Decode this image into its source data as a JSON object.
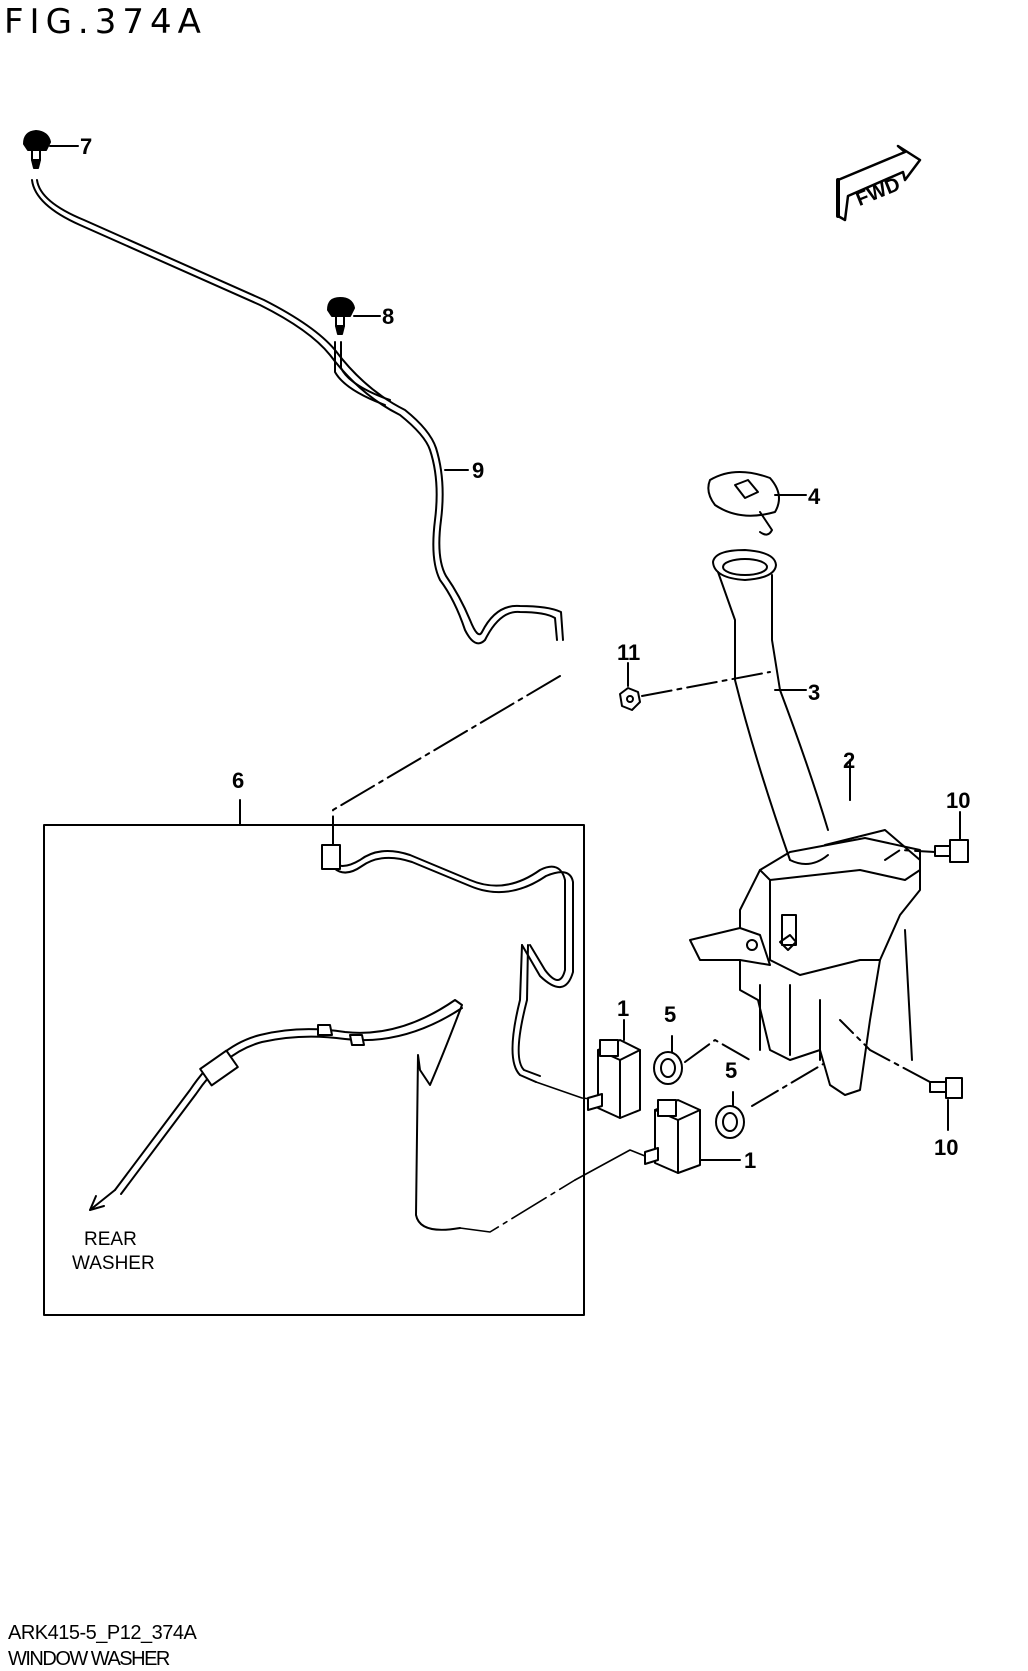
{
  "figure": {
    "title": "FIG.374A"
  },
  "fwd_badge": "FWD",
  "callouts": {
    "c1a": "1",
    "c1b": "1",
    "c2": "2",
    "c3": "3",
    "c4": "4",
    "c5a": "5",
    "c5b": "5",
    "c6": "6",
    "c7": "7",
    "c8": "8",
    "c9": "9",
    "c10a": "10",
    "c10b": "10",
    "c11": "11"
  },
  "rear_washer": {
    "line1": "REAR",
    "line2": "WASHER"
  },
  "footer": {
    "code": "ARK415-5_P12_374A",
    "name": "WINDOW WASHER"
  }
}
